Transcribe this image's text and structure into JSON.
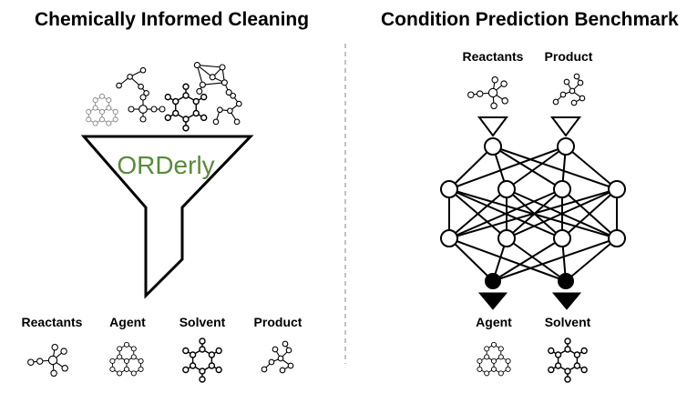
{
  "left_panel": {
    "title": "Chemically Informed Cleaning",
    "funnel_label": "ORDerly",
    "outputs": [
      {
        "label": "Reactants",
        "icon": "molecule-branched-icon"
      },
      {
        "label": "Agent",
        "icon": "molecule-fused-rings-icon"
      },
      {
        "label": "Solvent",
        "icon": "molecule-benzene-icon"
      },
      {
        "label": "Product",
        "icon": "molecule-chain-icon"
      }
    ]
  },
  "right_panel": {
    "title": "Condition Prediction Benchmark",
    "inputs": [
      {
        "label": "Reactants",
        "icon": "molecule-branched-icon"
      },
      {
        "label": "Product",
        "icon": "molecule-chain-icon"
      }
    ],
    "outputs": [
      {
        "label": "Agent",
        "icon": "molecule-fused-rings-icon"
      },
      {
        "label": "Solvent",
        "icon": "molecule-benzene-icon"
      }
    ]
  },
  "colors": {
    "funnel_label": "#5a8a3a",
    "ink": "#000000",
    "faded_bonds": "#888888",
    "divider": "#999999"
  }
}
